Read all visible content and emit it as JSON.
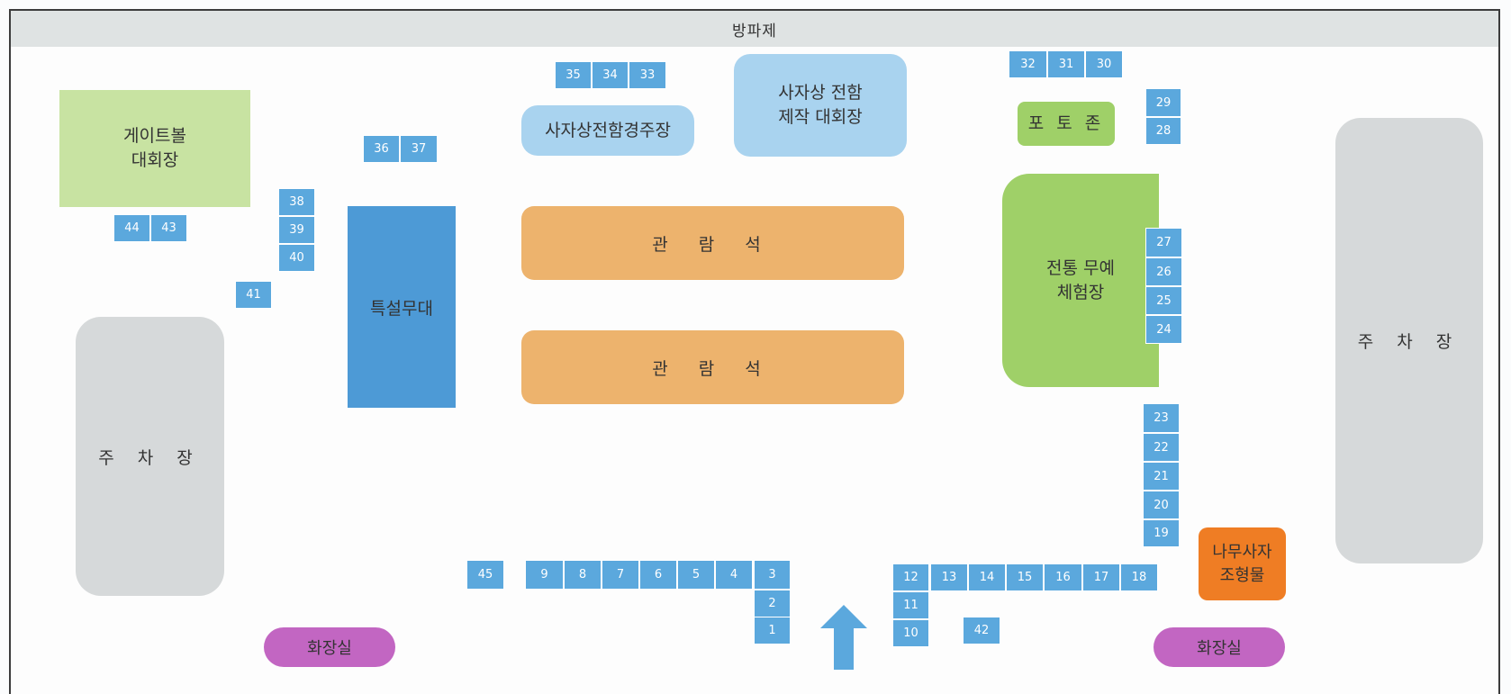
{
  "map": {
    "breakwater": "방파제",
    "gateball": "게이트볼\n대회장",
    "lion_contest": "사자상전함경주장",
    "lion_make": "사자상 전함\n제작 대회장",
    "photo_zone": "포 토 존",
    "special_stage": "특설무대",
    "seats_top": "관 람 석",
    "seats_bottom": "관 람 석",
    "martial": "전통 무예\n체험장",
    "parking_left": "주 차 장",
    "parking_right": "주 차 장",
    "wood_lion": "나무사자\n조형물",
    "toilet_left": "화장실",
    "toilet_right": "화장실"
  },
  "booths": [
    "1",
    "2",
    "3",
    "4",
    "5",
    "6",
    "7",
    "8",
    "9",
    "10",
    "11",
    "12",
    "13",
    "14",
    "15",
    "16",
    "17",
    "18",
    "19",
    "20",
    "21",
    "22",
    "23",
    "24",
    "25",
    "26",
    "27",
    "28",
    "29",
    "30",
    "31",
    "32",
    "33",
    "34",
    "35",
    "36",
    "37",
    "38",
    "39",
    "40",
    "41",
    "42",
    "43",
    "44",
    "45"
  ],
  "colors": {
    "booth": "#5ba8dd",
    "stage": "#4d9ad6",
    "seats": "#edb36d",
    "parking": "#d6d9da",
    "toilet": "#c266c2",
    "sculpture": "#ef7d24",
    "martial": "#9fd068",
    "gateball": "#c8e3a2",
    "contest": "#a9d3ef"
  }
}
